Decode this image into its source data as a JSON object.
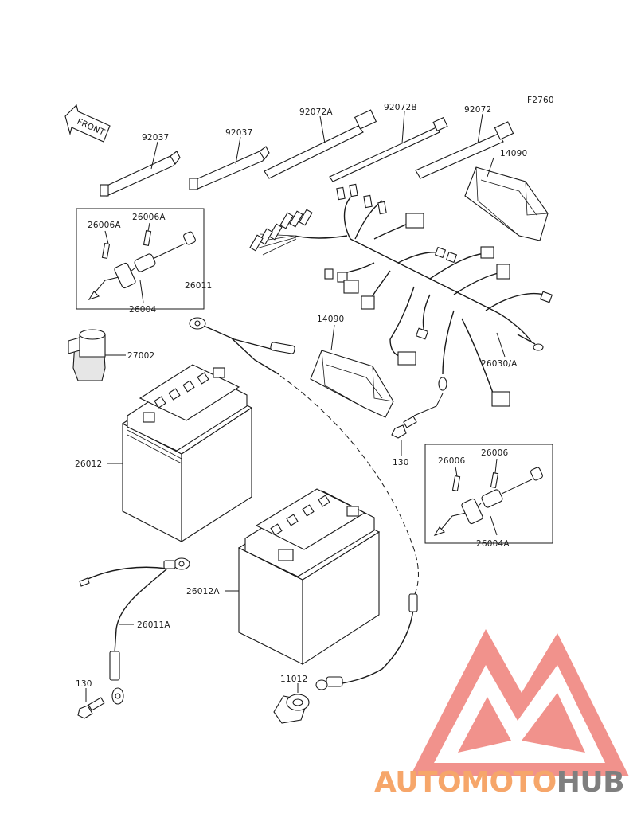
{
  "figure_code": "F2760",
  "front_arrow_label": "FRONT",
  "parts": {
    "p92037_a": "92037",
    "p92037_b": "92037",
    "p92072A": "92072A",
    "p92072B": "92072B",
    "p92072": "92072",
    "p14090_a": "14090",
    "p14090_b": "14090",
    "p26006A_a": "26006A",
    "p26006A_b": "26006A",
    "p26004": "26004",
    "p26011": "26011",
    "p27002": "27002",
    "p26012": "26012",
    "p26030A": "26030/A",
    "p130_a": "130",
    "p26006_a": "26006",
    "p26006_b": "26006",
    "p26004A": "26004A",
    "p26012A": "26012A",
    "p26011A": "26011A",
    "p130_b": "130",
    "p11012": "11012"
  },
  "watermark": {
    "part1": "AUTOMOTO",
    "part2": "HUB",
    "color1": "#f6a66a",
    "color2": "#7f7f7f",
    "triangle_color": "#ef7f78"
  }
}
